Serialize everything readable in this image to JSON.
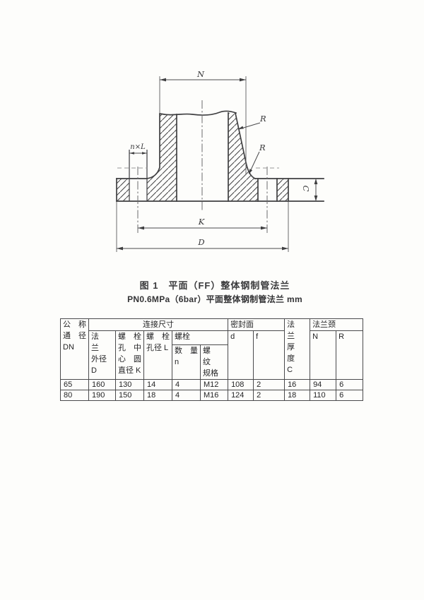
{
  "figure": {
    "caption_line1": "图 1　平面（FF）整体钢制管法兰",
    "caption_line2": "PN0.6MPa（6bar）平面整体钢制管法兰 mm",
    "labels": {
      "N": "N",
      "nxL": "n×L",
      "K": "K",
      "D": "D",
      "C": "C",
      "R_upper": "R",
      "R_lower": "R"
    }
  },
  "table": {
    "headers": {
      "dn": "公　称\n通　径\nDN",
      "connection": "连接尺寸",
      "flange_od": "法　兰\n外径 D",
      "bolt_circle": "螺　栓\n孔　中\n心　圆\n直径 K",
      "bolt_hole": "螺　栓\n孔径 L",
      "bolt": "螺栓",
      "bolt_qty": "数　量\nn",
      "bolt_thread": "螺　纹\n规格",
      "seal_face": "密封面",
      "d": "d",
      "f": "f",
      "thickness": "法　兰\n厚　度\nC",
      "neck": "法兰颈",
      "n_col": "N",
      "r_col": "R"
    },
    "rows": [
      [
        "65",
        "160",
        "130",
        "14",
        "4",
        "M12",
        "108",
        "2",
        "16",
        "94",
        "6"
      ],
      [
        "80",
        "190",
        "150",
        "18",
        "4",
        "M16",
        "124",
        "2",
        "18",
        "110",
        "6"
      ]
    ]
  },
  "colors": {
    "object_line": "#3f3f41",
    "thin_line": "#5a5a5c",
    "center_line": "#6a6a6c",
    "table_border": "#4a4a4c"
  }
}
